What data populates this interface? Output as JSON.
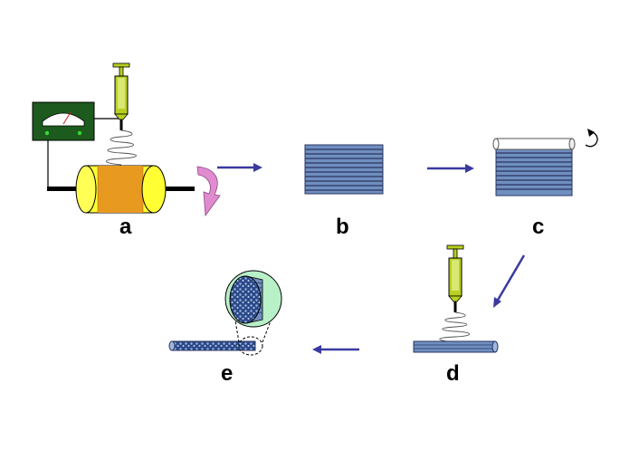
{
  "steps": [
    {
      "id": "a",
      "label": "a"
    },
    {
      "id": "b",
      "label": "b"
    },
    {
      "id": "c",
      "label": "c"
    },
    {
      "id": "d",
      "label": "d"
    },
    {
      "id": "e",
      "label": "e"
    }
  ],
  "colors": {
    "arrow": "#3a3aa0",
    "fiber_mat": "#6f8fbf",
    "fiber_line": "#2a3560",
    "syringe": "#b8d020",
    "drum_body": "#e89a20",
    "drum_end": "#ffff33",
    "meter_box": "#1d5a1d",
    "rotation_arrow": "#e08ad0",
    "inset_circle": "#b8f0c8"
  }
}
